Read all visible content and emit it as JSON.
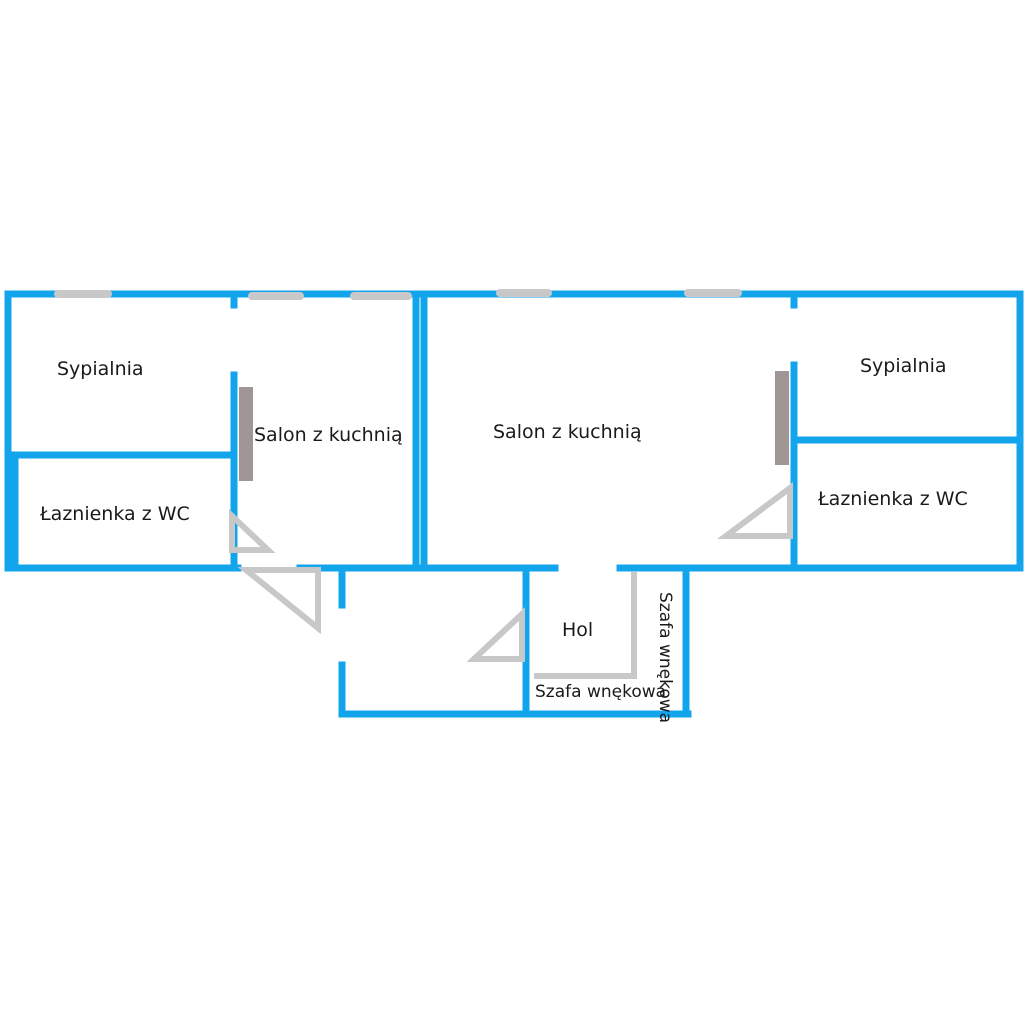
{
  "floorplan": {
    "colors": {
      "wall": "#12a5eb",
      "window": "#c8c8c8",
      "door": "#c8c8c8",
      "column": "#a09696",
      "background": "#ffffff"
    },
    "labels": {
      "bedroom_left": "Sypialnia",
      "living_left": "Salon z kuchnią",
      "bath_left": "Łaznienka z WC",
      "living_center": "Salon z kuchnią",
      "bedroom_right": "Sypialnia",
      "bath_right": "Łaznienka z WC",
      "hall": "Hol",
      "wardrobe_vertical": "Szafa wnękowa",
      "wardrobe_bottom": "Szafa wnękowa"
    }
  }
}
